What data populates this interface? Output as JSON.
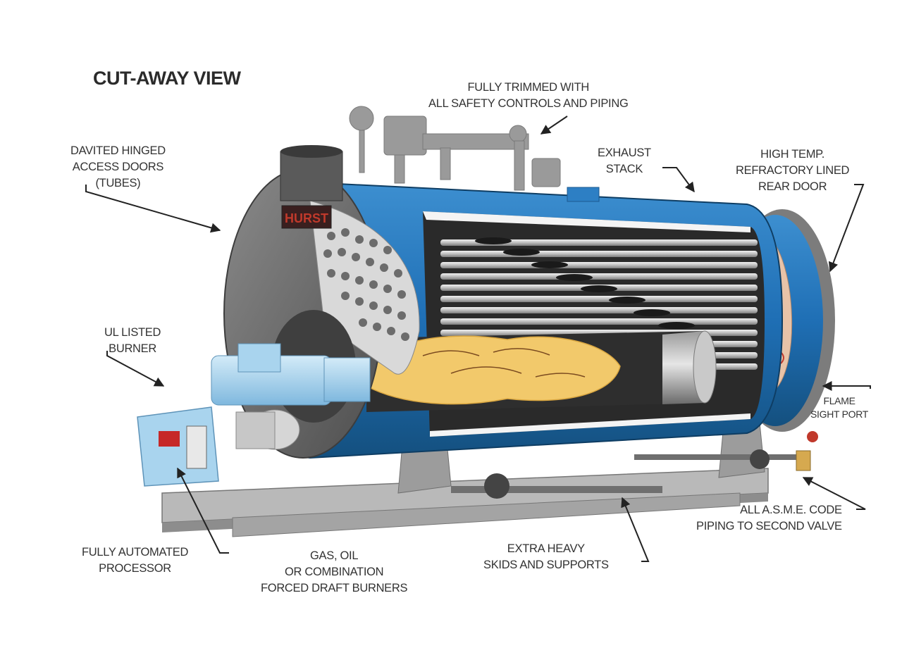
{
  "title": "CUT-AWAY VIEW",
  "labels": {
    "trim": [
      "FULLY TRIMMED WITH",
      "ALL SAFETY CONTROLS AND PIPING"
    ],
    "davited": [
      "DAVITED HINGED",
      "ACCESS DOORS",
      "(TUBES)"
    ],
    "exhaust": [
      "EXHAUST",
      "STACK"
    ],
    "rear_door": [
      "HIGH TEMP.",
      "REFRACTORY LINED",
      "REAR DOOR"
    ],
    "burner": [
      "UL LISTED",
      "BURNER"
    ],
    "flame_port": [
      "FLAME",
      "SIGHT PORT"
    ],
    "asme": [
      "ALL A.S.M.E. CODE",
      "PIPING TO SECOND VALVE"
    ],
    "processor": [
      "FULLY AUTOMATED",
      "PROCESSOR"
    ],
    "burners": [
      "GAS, OIL",
      "OR COMBINATION",
      "FORCED DRAFT BURNERS"
    ],
    "skids": [
      "EXTRA HEAVY",
      "SKIDS AND SUPPORTS"
    ]
  },
  "brand_badge": "HURST",
  "colors": {
    "shell_blue": "#1f6fb5",
    "shell_grey": "#6e6e6e",
    "flame": "#f2c96b",
    "burner_blue": "#a9d4ee",
    "refractory": "#e8c3a8"
  }
}
